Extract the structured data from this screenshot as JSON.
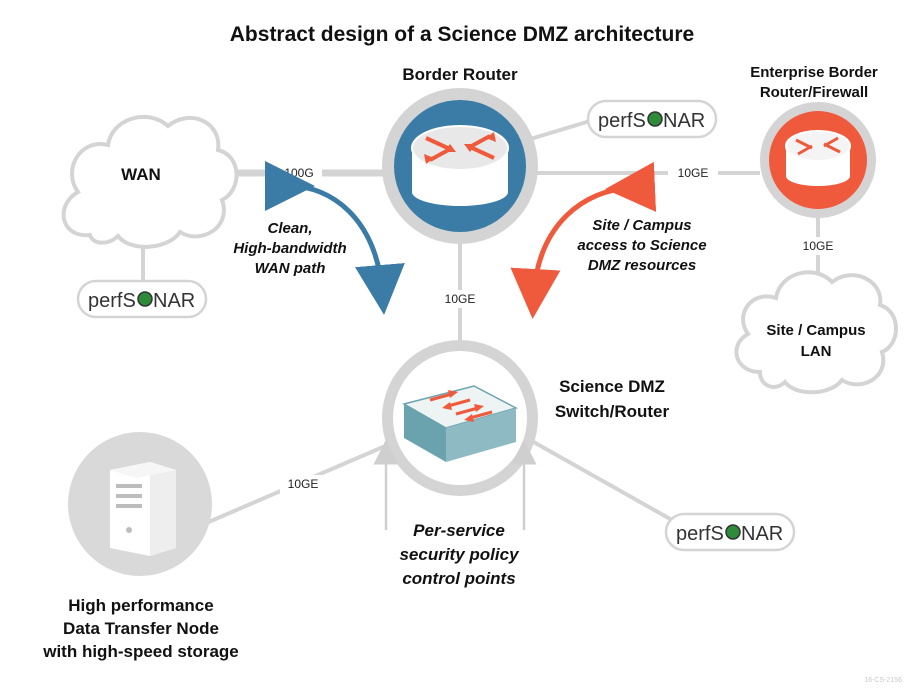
{
  "title": "Abstract design of a Science DMZ architecture",
  "nodes": {
    "border_router": "Border Router",
    "enterprise_router_line1": "Enterprise Border",
    "enterprise_router_line2": "Router/Firewall",
    "wan": "WAN",
    "campus_lan_line1": "Site / Campus",
    "campus_lan_line2": "LAN",
    "dmz_switch_line1": "Science DMZ",
    "dmz_switch_line2": "Switch/Router",
    "dtn_line1": "High performance",
    "dtn_line2": "Data Transfer Node",
    "dtn_line3": "with high-speed storage"
  },
  "links": {
    "wan_border": "100G",
    "border_enterprise": "10GE",
    "enterprise_lan": "10GE",
    "border_switch": "10GE",
    "switch_dtn": "10GE"
  },
  "annotations": {
    "wan_path_line1": "Clean,",
    "wan_path_line2": "High-bandwidth",
    "wan_path_line3": "WAN path",
    "campus_access_line1": "Site / Campus",
    "campus_access_line2": "access to Science",
    "campus_access_line3": "DMZ resources",
    "policy_line1": "Per-service",
    "policy_line2": "security policy",
    "policy_line3": "control points"
  },
  "perfsonar": {
    "prefix": "perfS",
    "suffix": "NAR"
  },
  "footer_id": "16-CS-2156",
  "colors": {
    "router_blue": "#3a7ca5",
    "firewall_red": "#f05a3c",
    "switch_teal": "#6aa3ae",
    "arrow_blue": "#3a7ca5",
    "arrow_red": "#f05a3c",
    "sonar_green": "#2e8b3a",
    "link_gray": "#d4d4d4"
  }
}
